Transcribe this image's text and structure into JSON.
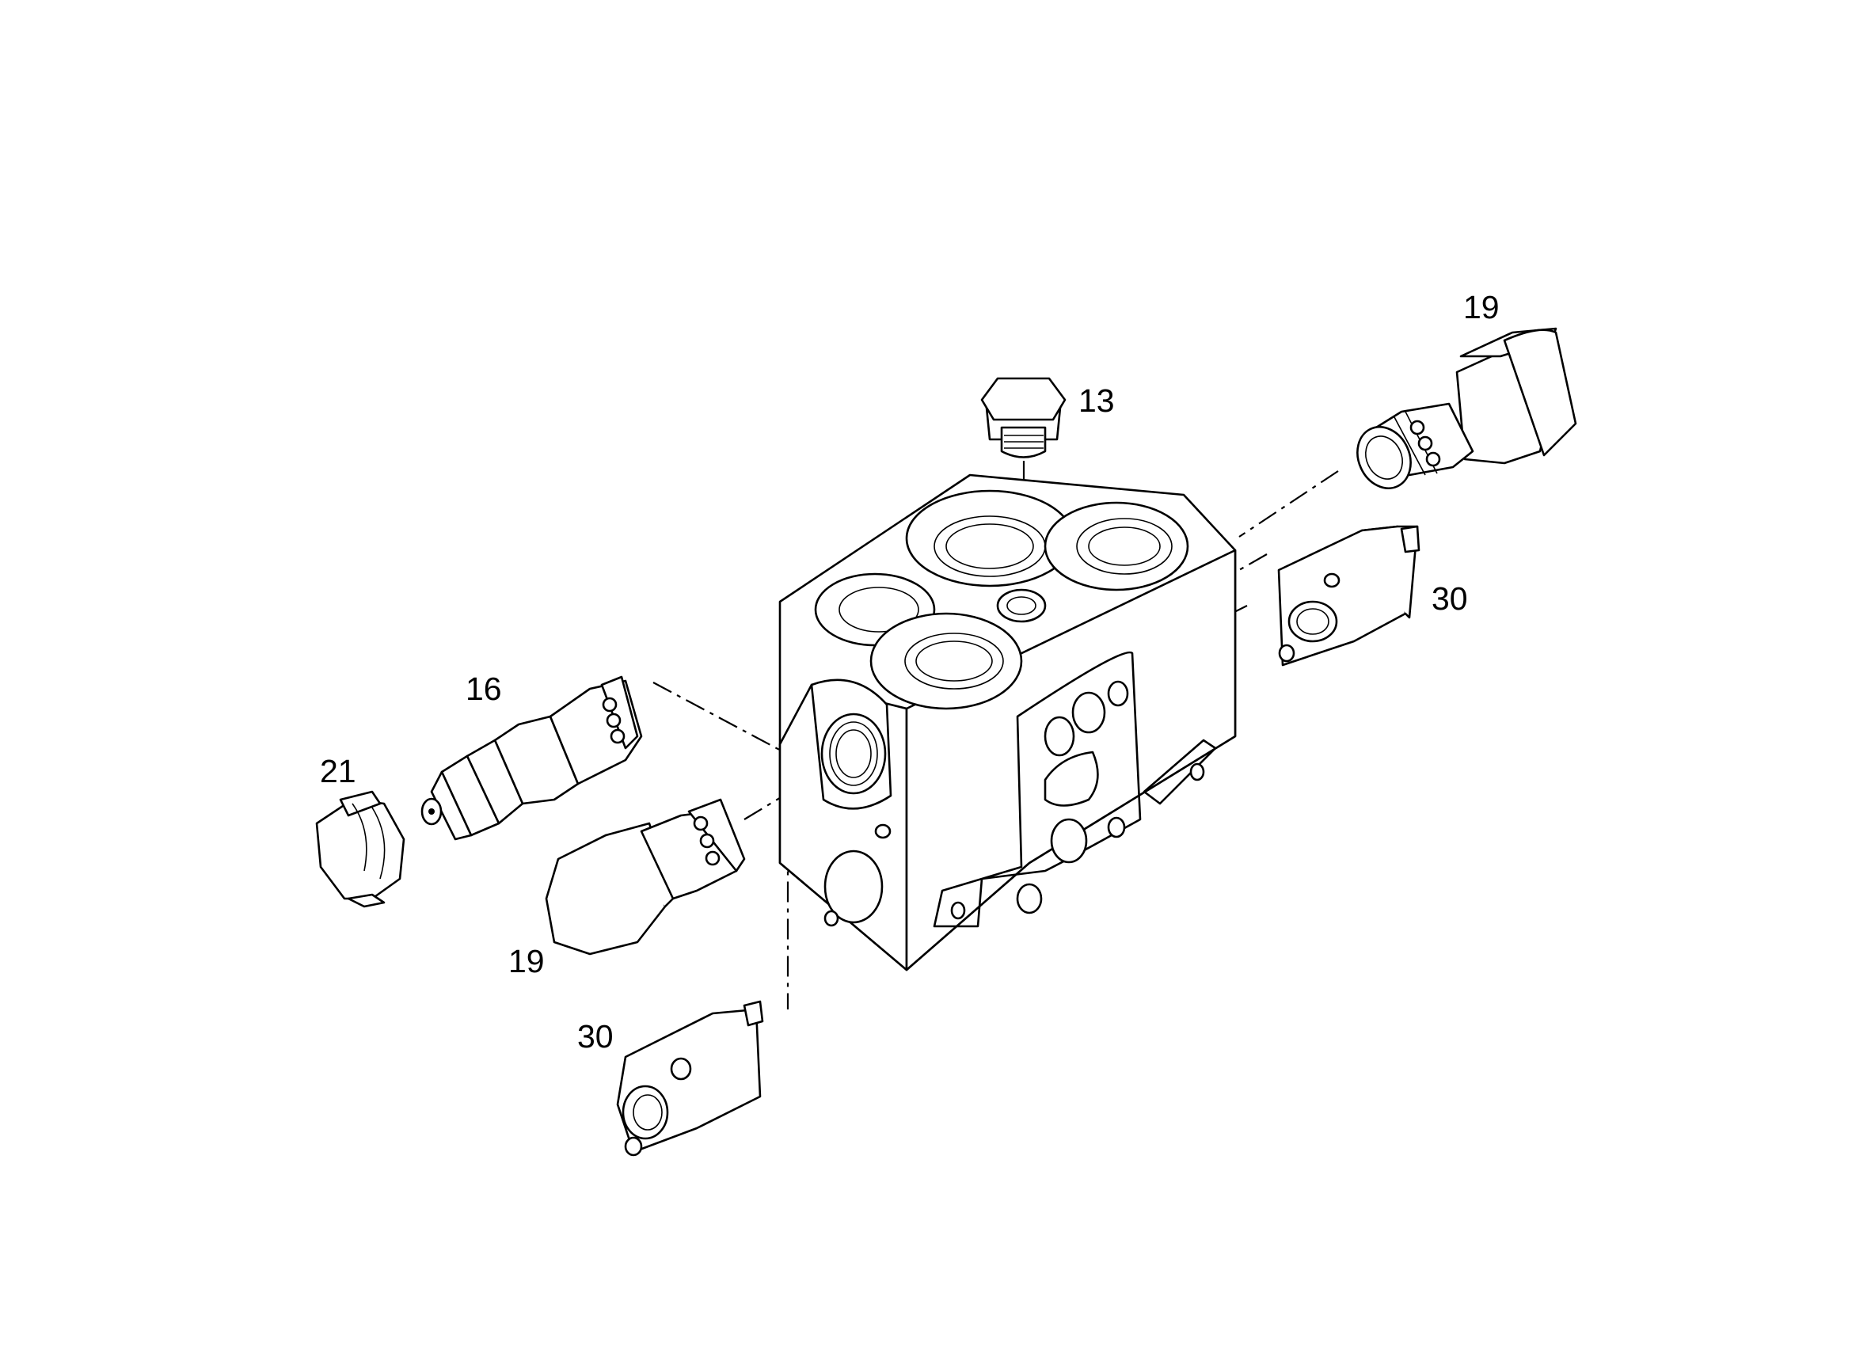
{
  "diagram": {
    "callouts": [
      {
        "id": "part-13",
        "text": "13"
      },
      {
        "id": "part-19-top",
        "text": "19"
      },
      {
        "id": "part-30-right",
        "text": "30"
      },
      {
        "id": "part-16",
        "text": "16"
      },
      {
        "id": "part-21",
        "text": "21"
      },
      {
        "id": "part-19-left",
        "text": "19"
      },
      {
        "id": "part-30-bottom",
        "text": "30"
      }
    ]
  }
}
